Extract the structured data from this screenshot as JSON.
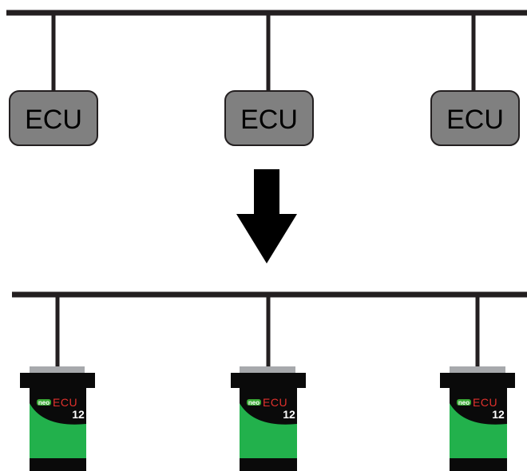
{
  "top_network": {
    "nodes": [
      {
        "label": "ECU"
      },
      {
        "label": "ECU"
      },
      {
        "label": "ECU"
      }
    ]
  },
  "arrow": {
    "direction": "down"
  },
  "bottom_network": {
    "devices": [
      {
        "badge": "neo",
        "brand": "ECU",
        "model": "12"
      },
      {
        "badge": "neo",
        "brand": "ECU",
        "model": "12"
      },
      {
        "badge": "neo",
        "brand": "ECU",
        "model": "12"
      }
    ]
  },
  "colors": {
    "bus": "#231f20",
    "ecu_fill": "#808080",
    "device_body": "#0a0a0a",
    "device_cap": "#a7a9ac",
    "device_green": "#22b14c",
    "badge_green": "#3aa935",
    "brand_red": "#e2312d"
  }
}
